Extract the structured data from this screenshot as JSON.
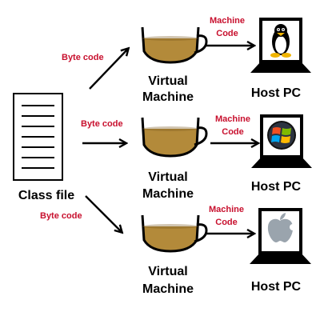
{
  "source": {
    "label": "Class file"
  },
  "colors": {
    "label_red": "#c8102e",
    "coffee": "#b38a3a",
    "cup_stroke": "#000000",
    "monitor": "#000000"
  },
  "rows": [
    {
      "input_label": "Byte code",
      "vm_label_line1": "Virtual",
      "vm_label_line2": "Machine",
      "output_label_line1": "Machine",
      "output_label_line2": "Code",
      "host_label": "Host PC",
      "os_icon": "linux-tux-icon"
    },
    {
      "input_label": "Byte code",
      "vm_label_line1": "Virtual",
      "vm_label_line2": "Machine",
      "output_label_line1": "Machine",
      "output_label_line2": "Code",
      "host_label": "Host PC",
      "os_icon": "windows-logo-icon"
    },
    {
      "input_label": "Byte code",
      "vm_label_line1": "Virtual",
      "vm_label_line2": "Machine",
      "output_label_line1": "Machine",
      "output_label_line2": "Code",
      "host_label": "Host PC",
      "os_icon": "apple-logo-icon"
    }
  ]
}
